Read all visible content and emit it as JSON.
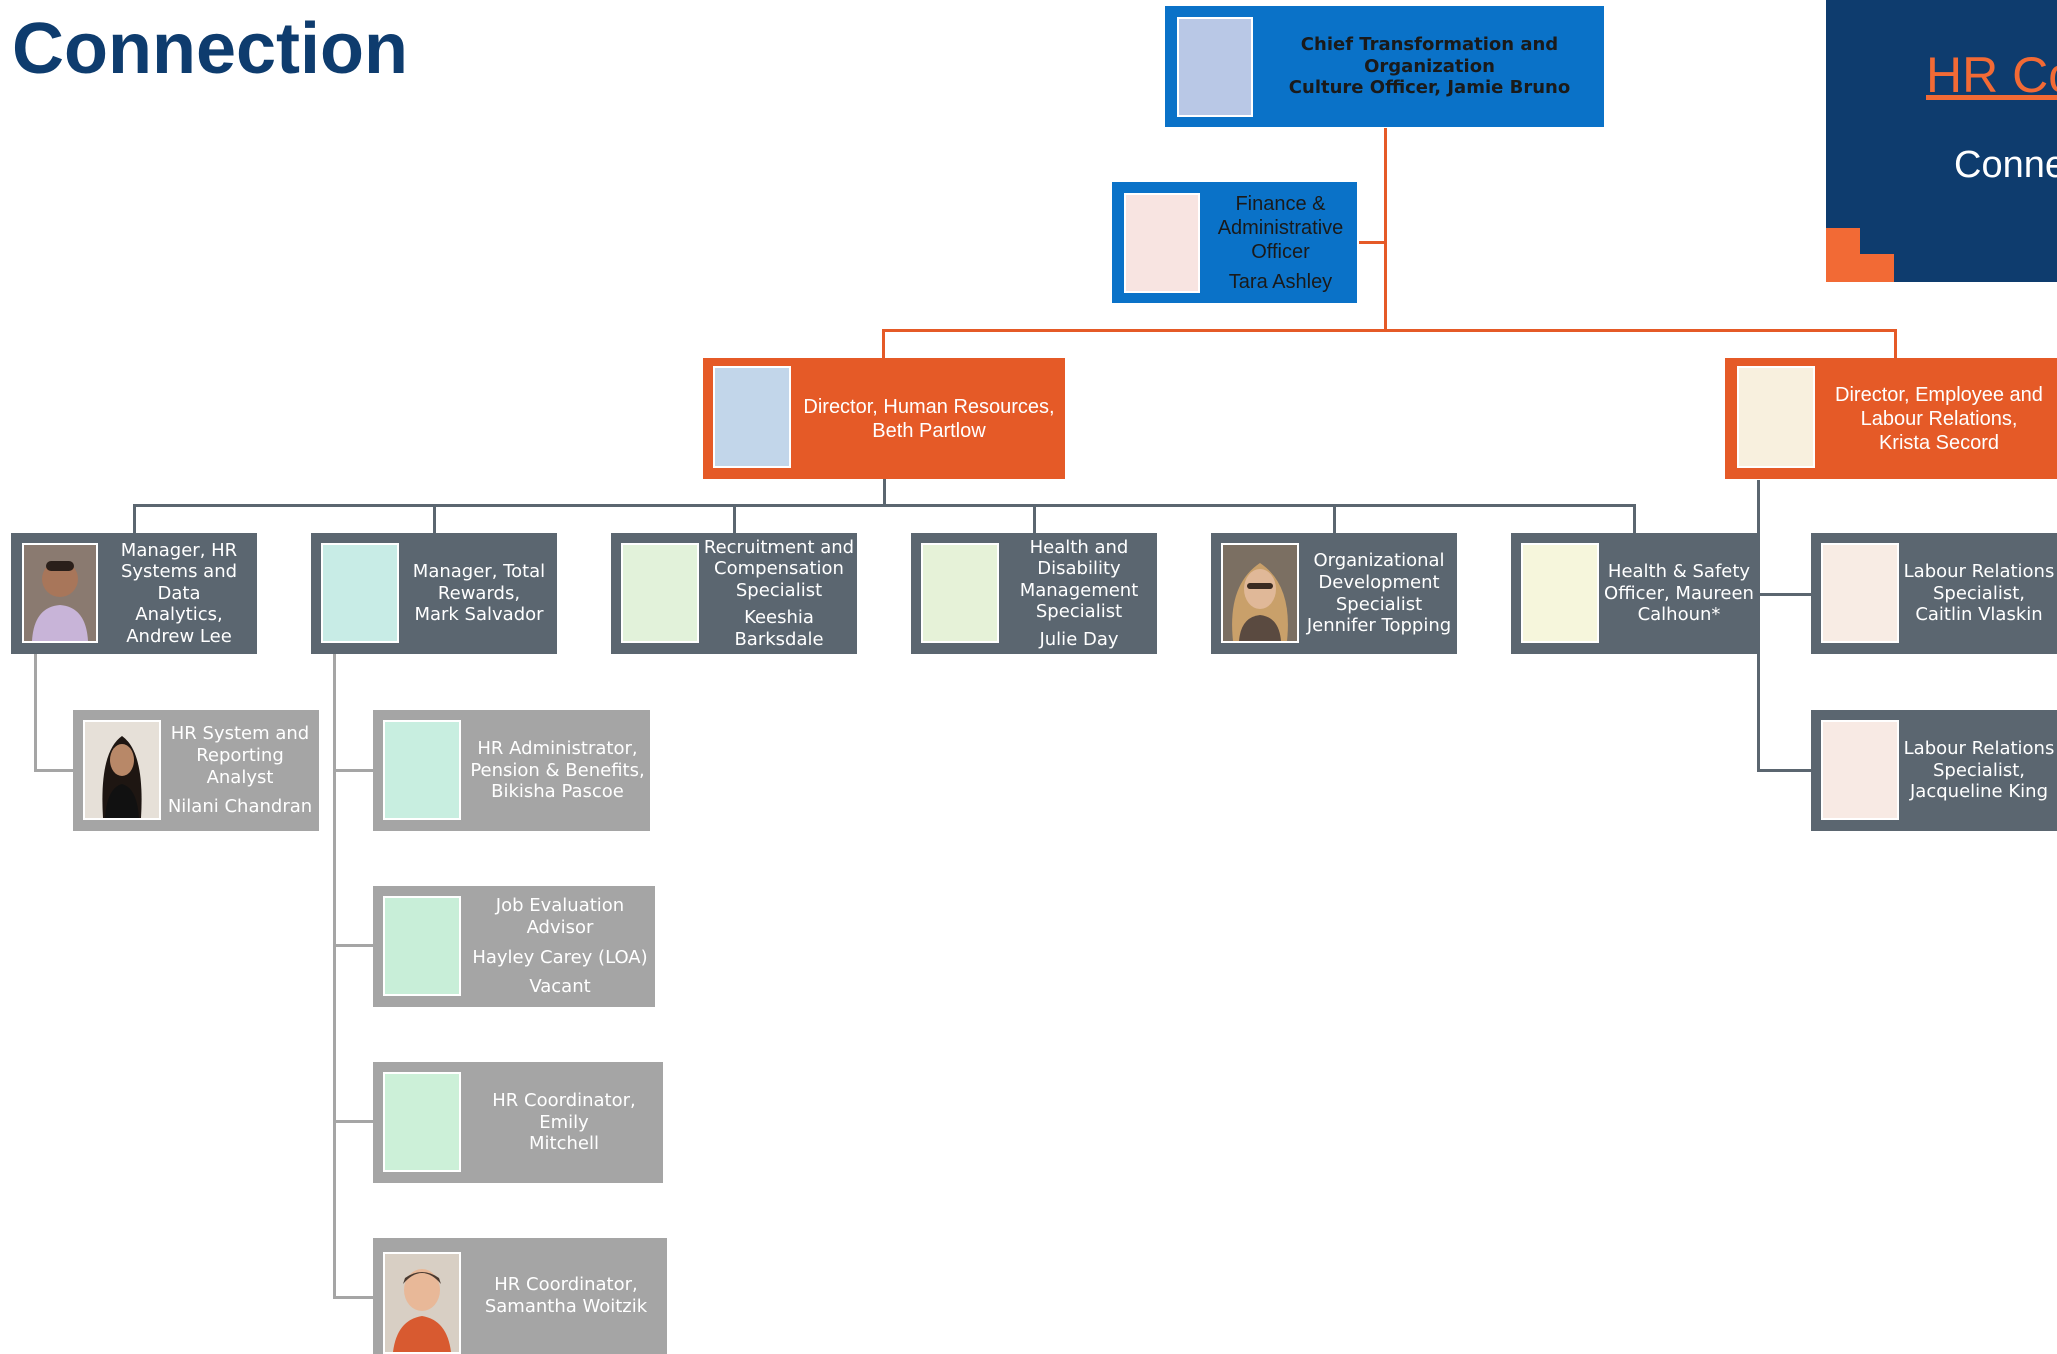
{
  "page": {
    "title": "Connection"
  },
  "side_panel": {
    "link_text": "HR Co",
    "subtitle": "Conne"
  },
  "colors": {
    "navy": "#0e3c6e",
    "blue": "#0a72c8",
    "orange": "#e55a27",
    "slate": "#5b6670",
    "grey": "#a5a5a5"
  },
  "org": {
    "ceo": {
      "lines": [
        "Chief Transformation and Organization",
        "Culture Officer, Jamie Bruno"
      ]
    },
    "finance": {
      "lines": [
        "Finance &",
        "Administrative",
        "Officer",
        "Tara Ashley"
      ]
    },
    "dir_hr": {
      "lines": [
        "Director, Human Resources,",
        "Beth Partlow"
      ]
    },
    "dir_el": {
      "lines": [
        "Director, Employee and",
        "Labour Relations,",
        "Krista Secord"
      ]
    },
    "andrew": {
      "lines": [
        "Manager, HR",
        "Systems and Data",
        "Analytics,",
        "Andrew Lee"
      ]
    },
    "mark": {
      "lines": [
        "Manager, Total",
        "Rewards,",
        "Mark Salvador"
      ]
    },
    "keeshia": {
      "lines": [
        "Recruitment and",
        "Compensation",
        "Specialist",
        "Keeshia",
        "Barksdale"
      ]
    },
    "julie": {
      "lines": [
        "Health and",
        "Disability",
        "Management",
        "Specialist",
        "Julie Day"
      ]
    },
    "jennifer": {
      "lines": [
        "Organizational",
        "Development",
        "Specialist",
        "Jennifer Topping"
      ]
    },
    "maureen": {
      "lines": [
        "Health & Safety",
        "Officer, Maureen",
        "Calhoun*"
      ]
    },
    "caitlin": {
      "lines": [
        "Labour Relations",
        "Specialist,",
        "Caitlin Vlaskin"
      ]
    },
    "jacqueline": {
      "lines": [
        "Labour Relations",
        "Specialist,",
        "Jacqueline King"
      ]
    },
    "nilani": {
      "lines": [
        "HR System and",
        "Reporting Analyst",
        "Nilani Chandran"
      ]
    },
    "bikisha": {
      "lines": [
        "HR Administrator,",
        "Pension & Benefits,",
        "Bikisha Pascoe"
      ]
    },
    "hayley": {
      "lines": [
        "Job Evaluation",
        "Advisor",
        "Hayley Carey (LOA)",
        "Vacant"
      ]
    },
    "emily": {
      "lines": [
        "HR Coordinator, Emily",
        "Mitchell"
      ]
    },
    "samantha": {
      "lines": [
        "HR Coordinator,",
        "Samantha Woitzik"
      ]
    }
  }
}
